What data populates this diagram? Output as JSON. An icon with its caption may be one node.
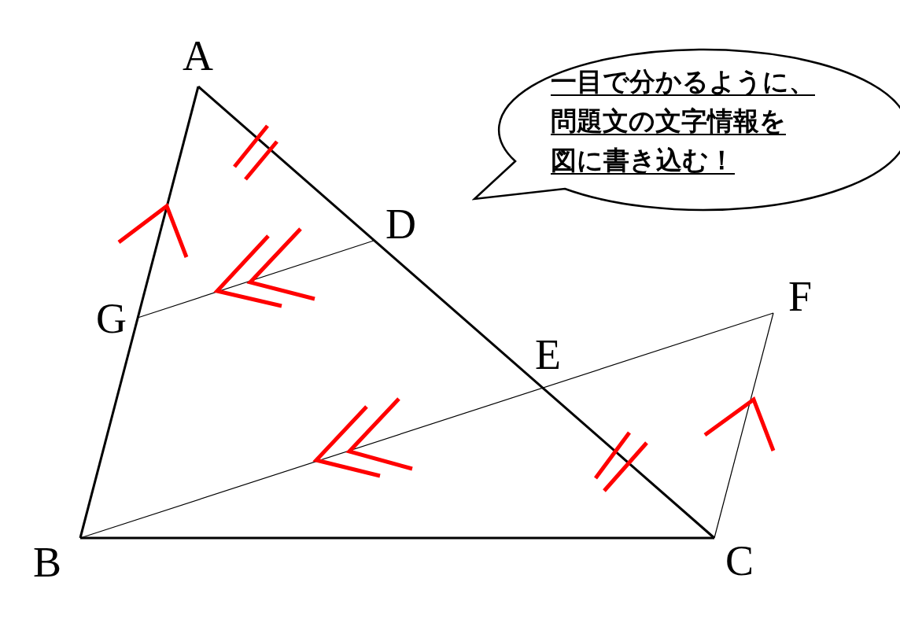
{
  "diagram": {
    "nodes": [
      {
        "text": [
          "一目で分かるように、",
          "問題文の文字情報を",
          "図に書き込む！"
        ]
      }
    ],
    "labels": [
      "A",
      "D",
      "F",
      "G",
      "E",
      "B",
      "C"
    ]
  }
}
